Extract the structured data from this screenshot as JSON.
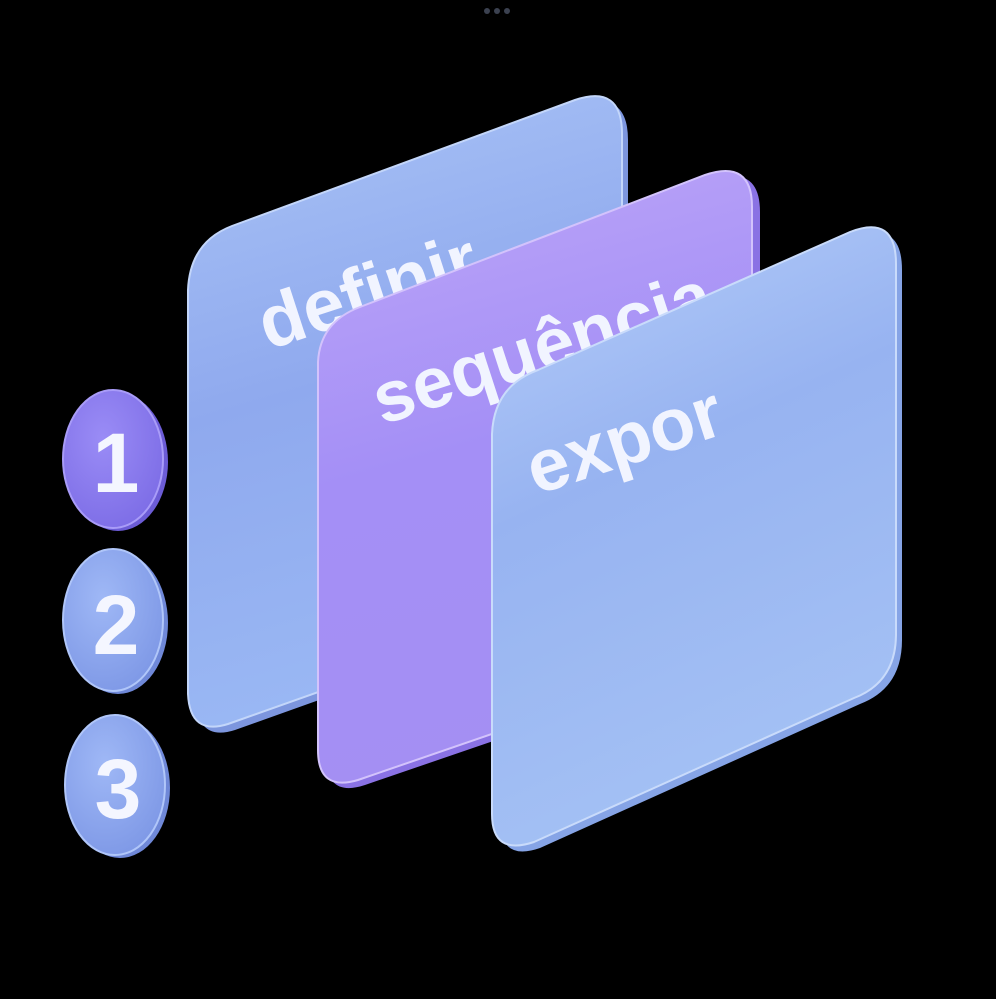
{
  "steps": [
    {
      "number": "1",
      "color": "#8c7ef0"
    },
    {
      "number": "2",
      "color": "#8aa6ef"
    },
    {
      "number": "3",
      "color": "#8aa6ef"
    }
  ],
  "cards": [
    {
      "label": "definir",
      "color": "#93aef0"
    },
    {
      "label": "sequência",
      "color": "#a793f5"
    },
    {
      "label": "expor",
      "color": "#9cb8f3"
    }
  ],
  "colors": {
    "background": "#000000",
    "text": "#f1f4ff"
  },
  "icons": {
    "window_handle": "three-dots-icon"
  }
}
